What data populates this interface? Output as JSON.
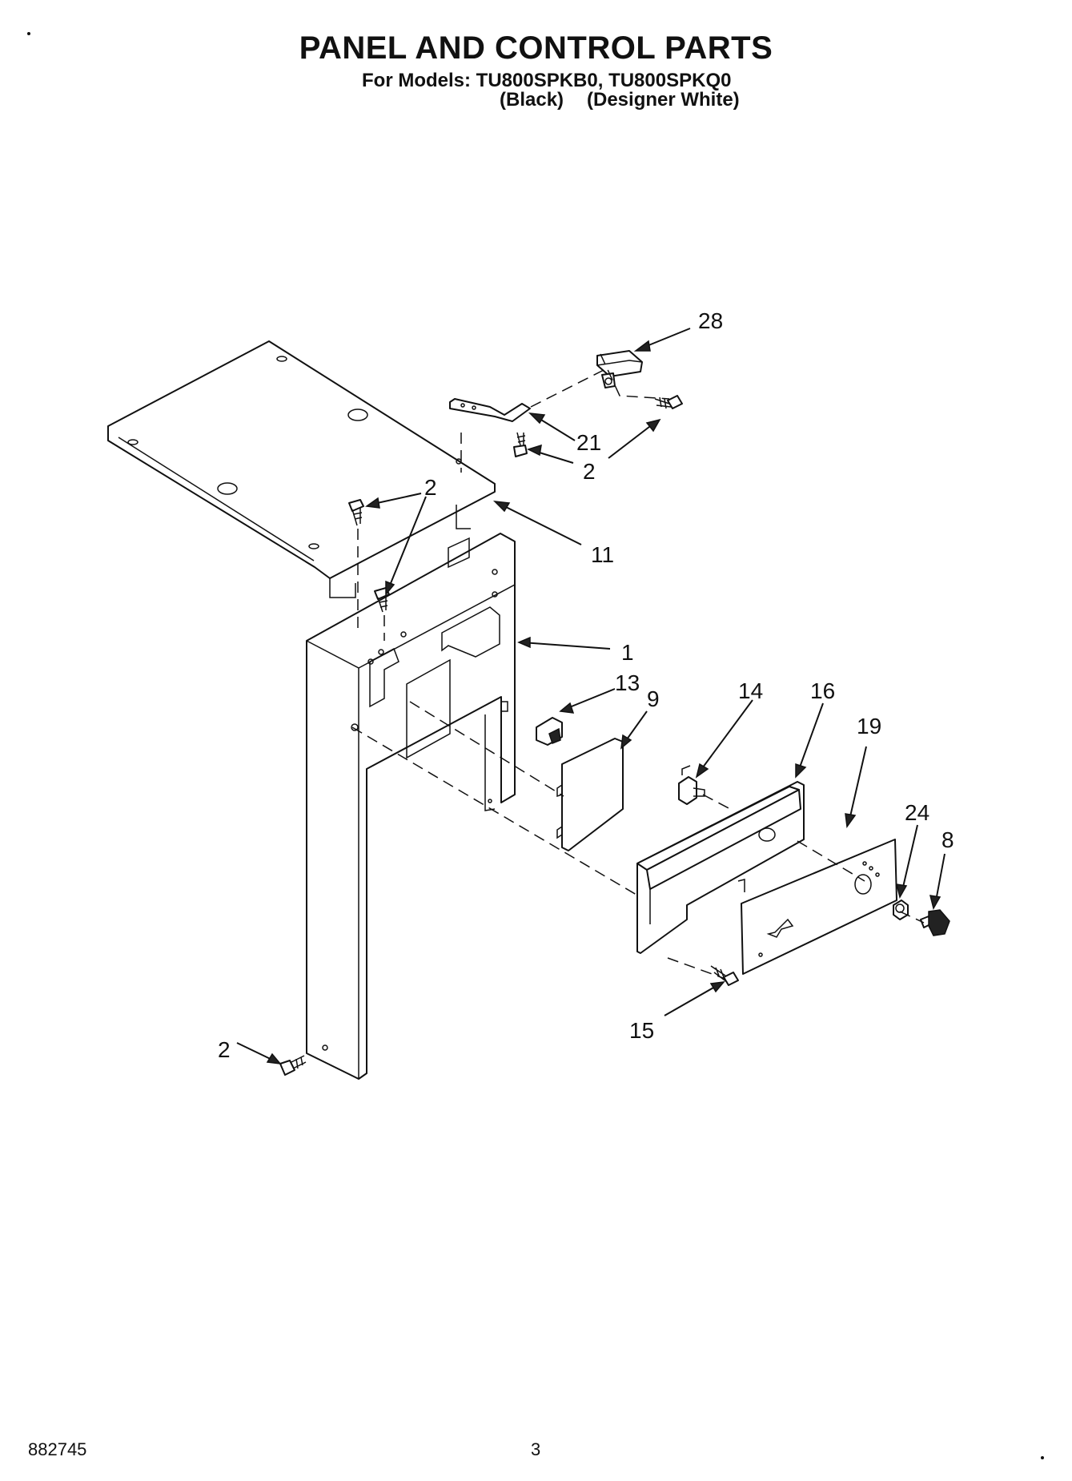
{
  "header": {
    "title": "PANEL AND CONTROL PARTS",
    "models_line": "For Models: TU800SPKB0, TU800SPKQ0",
    "variants": [
      "(Black)",
      "(Designer White)"
    ]
  },
  "callouts": [
    "28",
    "21",
    "2",
    "2",
    "11",
    "1",
    "13",
    "9",
    "14",
    "16",
    "19",
    "24",
    "8",
    "15",
    "2"
  ],
  "footer": {
    "doc_number": "882745",
    "page_number": "3"
  }
}
